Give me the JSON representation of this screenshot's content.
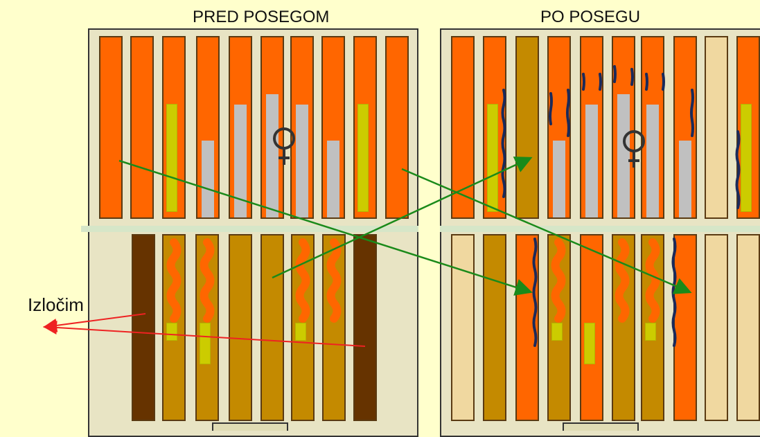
{
  "titles": {
    "before": "PRED POSEGOM",
    "after": "PO POSEGU"
  },
  "label": "Izločim",
  "colors": {
    "background": "#ffffcc",
    "hive_box": "#e8e4c4",
    "brood_orange": "#ff6600",
    "honey_grey": "#c0c0c0",
    "pollen_yellow": "#cccc00",
    "foundation_gold": "#c48a00",
    "old_comb_brown": "#663300",
    "empty_comb": "#f0d8a0",
    "queen_cells": "#1a2a5a",
    "move_arrow": "#1a8a1a",
    "remove_arrow": "#ee2222"
  },
  "icons": [
    "queen-symbol-icon",
    "queen-symbol-icon"
  ]
}
